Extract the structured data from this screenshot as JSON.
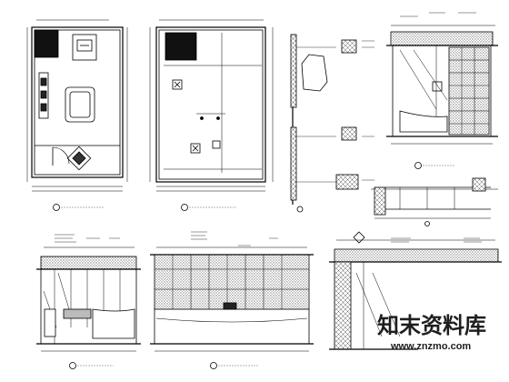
{
  "drawing": {
    "views": [
      {
        "id": "plan-1",
        "kind": "floor-plan"
      },
      {
        "id": "plan-2",
        "kind": "ceiling-plan"
      },
      {
        "id": "section-detail",
        "kind": "section"
      },
      {
        "id": "elevation-a",
        "kind": "elevation"
      },
      {
        "id": "detail-plan",
        "kind": "plan-detail"
      },
      {
        "id": "elevation-b",
        "kind": "elevation"
      },
      {
        "id": "elevation-c",
        "kind": "elevation"
      },
      {
        "id": "elevation-d",
        "kind": "elevation"
      }
    ],
    "line_color": "#000000",
    "hatch_color": "#555555"
  },
  "watermark": {
    "zh": "知末资料库",
    "url": "www.znzmo.com",
    "color": "#1e1e1e"
  }
}
